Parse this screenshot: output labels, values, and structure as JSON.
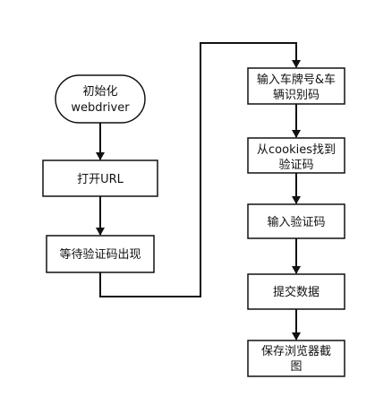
{
  "diagram": {
    "nodes": {
      "init": [
        "初始化",
        "webdriver"
      ],
      "open_url": [
        "打开URL"
      ],
      "wait_captcha": [
        "等待验证码出现"
      ],
      "input_plate": [
        "输入车牌号&车",
        "辆识别码"
      ],
      "find_captcha": [
        "从cookies找到",
        "验证码"
      ],
      "input_captcha": [
        "输入验证码"
      ],
      "submit": [
        "提交数据"
      ],
      "screenshot": [
        "保存浏览器截",
        "图"
      ]
    }
  }
}
